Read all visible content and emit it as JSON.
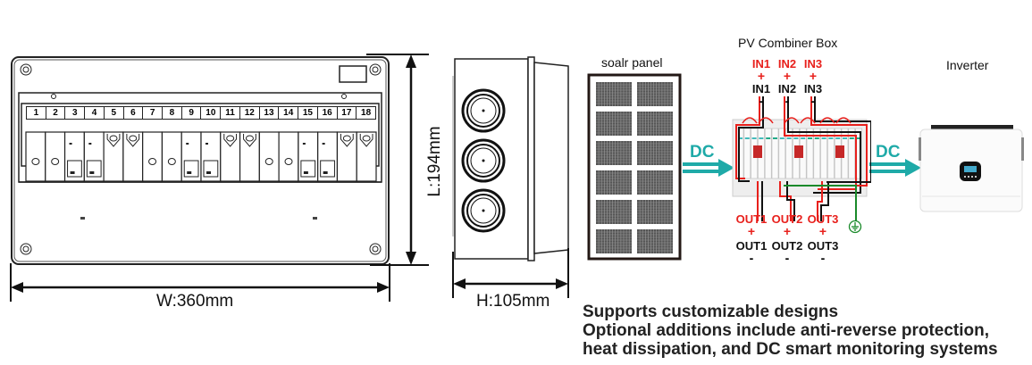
{
  "front_view": {
    "width_label": "W:360mm",
    "length_label": "L:194mm",
    "slot_numbers": [
      "1",
      "2",
      "3",
      "4",
      "5",
      "6",
      "7",
      "8",
      "9",
      "10",
      "11",
      "12",
      "13",
      "14",
      "15",
      "16",
      "17",
      "18"
    ]
  },
  "side_view": {
    "height_label": "H:105mm"
  },
  "wiring": {
    "title": "PV Combiner Box",
    "solar_panel_label": "soalr panel",
    "inverter_label": "Inverter",
    "dc_label_left": "DC",
    "dc_label_right": "DC",
    "inputs": [
      {
        "pos": "IN1",
        "neg": "IN1"
      },
      {
        "pos": "IN2",
        "neg": "IN2"
      },
      {
        "pos": "IN3",
        "neg": "IN3"
      }
    ],
    "outputs": [
      {
        "pos": "OUT1",
        "neg": "OUT1"
      },
      {
        "pos": "OUT2",
        "neg": "OUT2"
      },
      {
        "pos": "OUT3",
        "neg": "OUT3"
      }
    ],
    "plus_sign": "+",
    "minus_sign": "-",
    "colors": {
      "positive": "#e8201c",
      "negative": "#111111",
      "ground": "#1a8a2a",
      "dc_arrow": "#1faaa8"
    }
  },
  "description": {
    "line1": "Supports customizable designs",
    "line2": "Optional additions include anti-reverse protection,",
    "line3": "heat dissipation, and DC smart monitoring systems"
  }
}
